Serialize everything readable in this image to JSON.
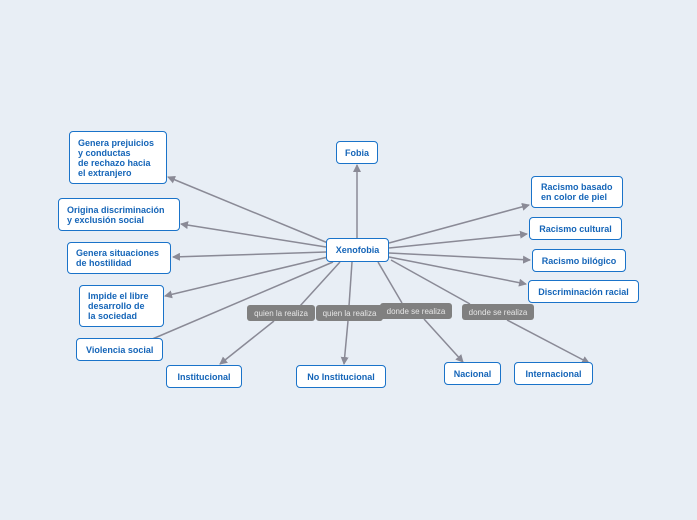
{
  "diagram": {
    "central": "Xenofobia",
    "nodes": {
      "fobia": "Fobia",
      "genera_prejuicios": "Genera prejuicios\ny conductas\nde rechazo hacia\nel extranjero",
      "origina_discriminacion": "Origina discriminación\ny exclusión social",
      "genera_hostilidad": "Genera situaciones\nde hostilidad",
      "impide_desarrollo": "Impide el libre\ndesarrollo de\nla sociedad",
      "violencia_social": "Violencia social",
      "racismo_piel": "Racismo basado\nen color de piel",
      "racismo_cultural": "Racismo cultural",
      "racismo_biologico": "Racismo bilógico",
      "discriminacion_racial": "Discriminación racial",
      "institucional": "Institucional",
      "no_institucional": "No Institucional",
      "nacional": "Nacional",
      "internacional": "Internacional"
    },
    "tags": {
      "quien1": "quien la realiza",
      "quien2": "quien la realiza",
      "donde1": "donde se realiza",
      "donde2": "donde se realiza"
    },
    "colors": {
      "background": "#e8eef5",
      "node_border": "#1a73c9",
      "node_text": "#1565b8",
      "connector": "#8a8a96",
      "tag_fill": "#808080"
    }
  }
}
